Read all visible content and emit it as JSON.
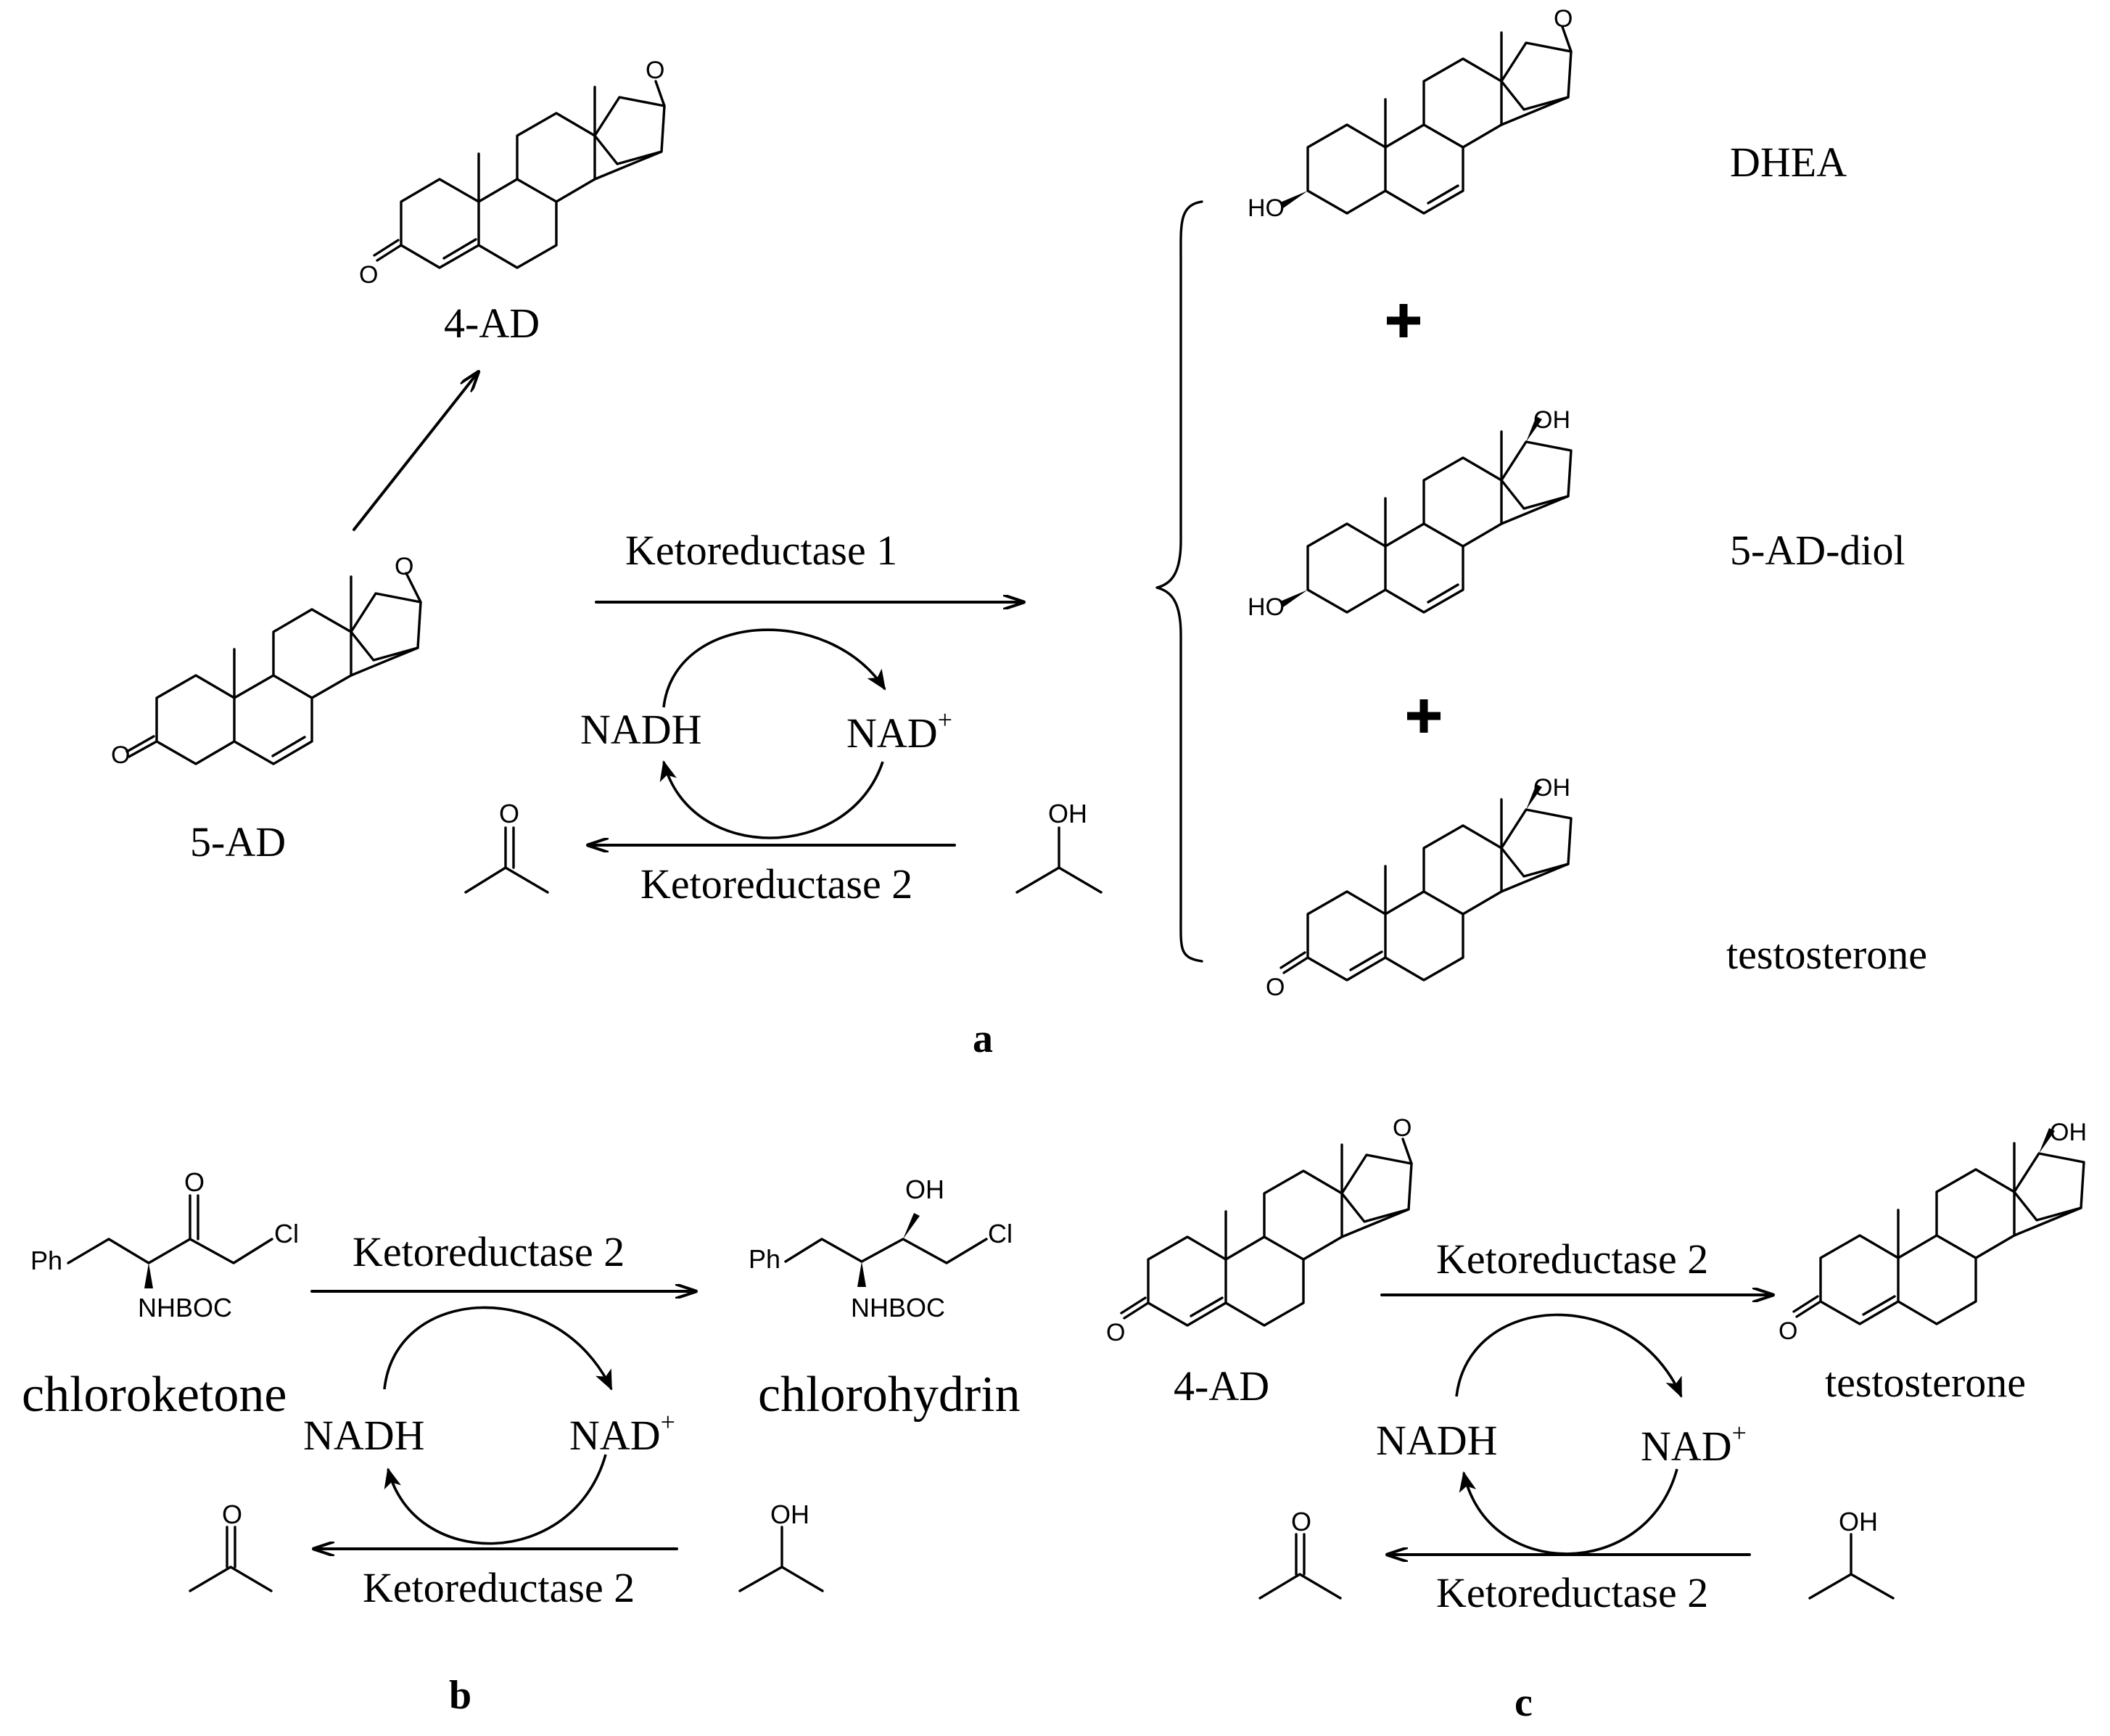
{
  "panels": {
    "a": {
      "label": "a",
      "compounds": {
        "start": "5-AD",
        "side_product": "4-AD",
        "product_1": "DHEA",
        "product_2": "5-AD-diol",
        "product_3": "testosterone"
      },
      "enzymes": {
        "forward": "Ketoreductase 1",
        "recycle": "Ketoreductase 2"
      },
      "cofactors": {
        "reduced": "NADH",
        "oxidized": "NAD",
        "charge": "+"
      },
      "combine": "+"
    },
    "b": {
      "label": "b",
      "compounds": {
        "substrate": "chloroketone",
        "product": "chlorohydrin"
      },
      "enzymes": {
        "forward": "Ketoreductase 2",
        "recycle": "Ketoreductase 2"
      },
      "cofactors": {
        "reduced": "NADH",
        "oxidized": "NAD",
        "charge": "+"
      }
    },
    "c": {
      "label": "c",
      "compounds": {
        "substrate": "4-AD",
        "product": "testosterone"
      },
      "enzymes": {
        "forward": "Ketoreductase 2",
        "recycle": "Ketoreductase 2"
      },
      "cofactors": {
        "reduced": "NADH",
        "oxidized": "NAD",
        "charge": "+"
      }
    }
  },
  "atoms": {
    "oxygen": "O",
    "hydroxyl": "OH",
    "hydroxyl_left": "HO",
    "chlorine": "Cl",
    "phenyl": "Ph",
    "boc_amine": "NHBOC"
  }
}
